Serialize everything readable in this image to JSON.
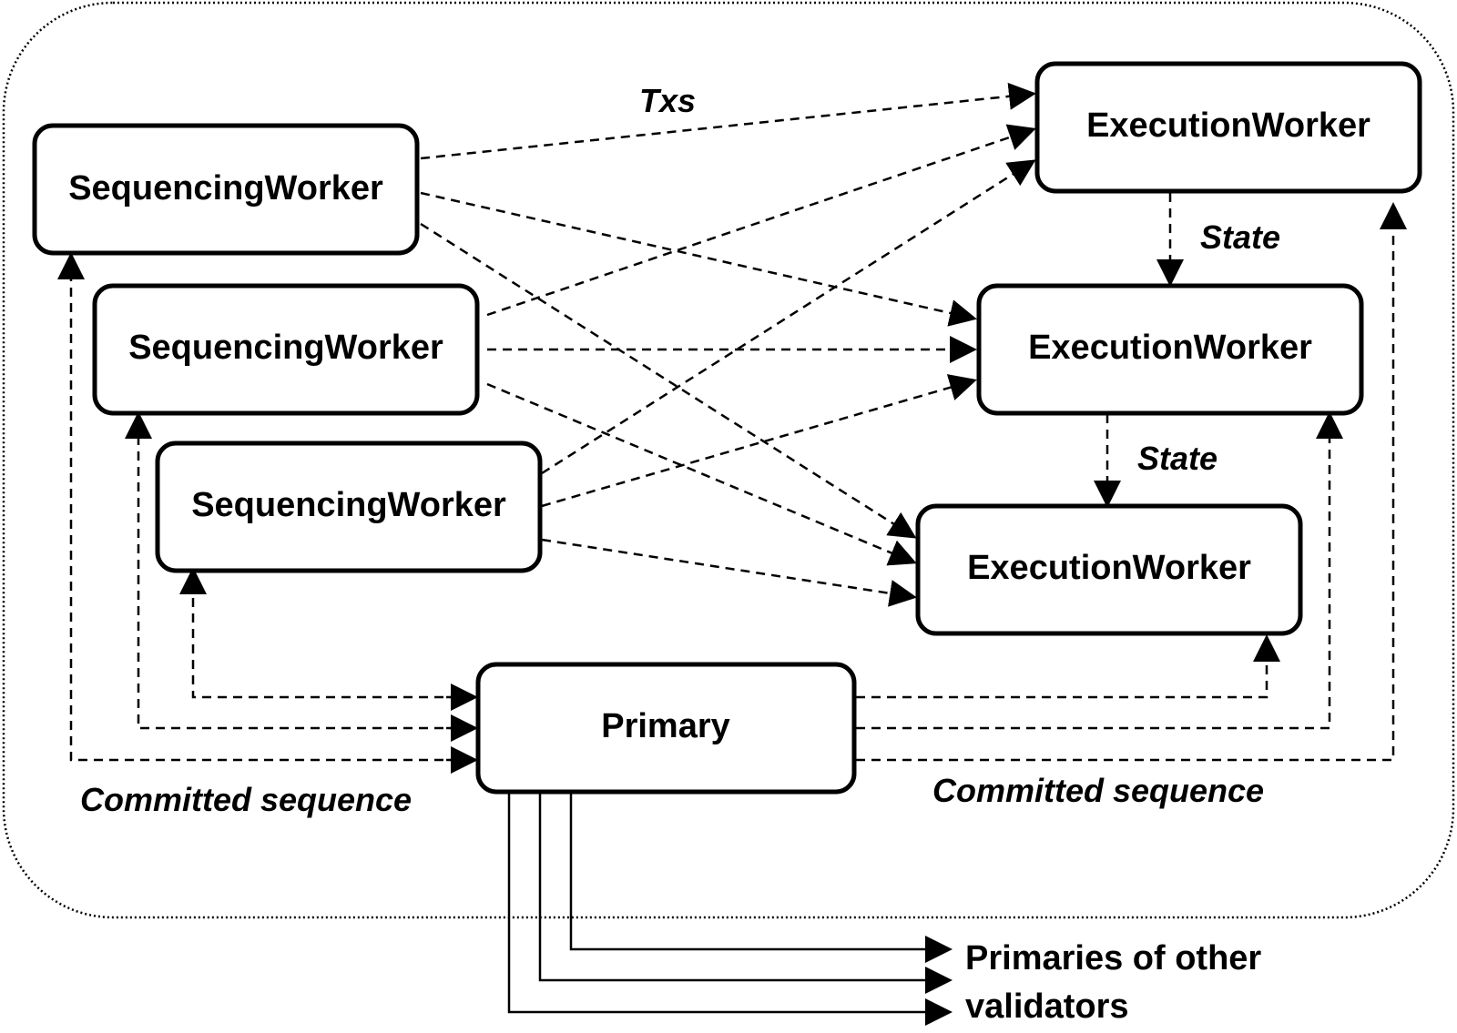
{
  "nodes": {
    "seq1": "SequencingWorker",
    "seq2": "SequencingWorker",
    "seq3": "SequencingWorker",
    "exec1": "ExecutionWorker",
    "exec2": "ExecutionWorker",
    "exec3": "ExecutionWorker",
    "primary": "Primary"
  },
  "edge_labels": {
    "txs": "Txs",
    "state_top": "State",
    "state_bottom": "State",
    "committed_left": "Committed sequence",
    "committed_right": "Committed sequence"
  },
  "external": {
    "line1": "Primaries of other",
    "line2": "validators"
  }
}
